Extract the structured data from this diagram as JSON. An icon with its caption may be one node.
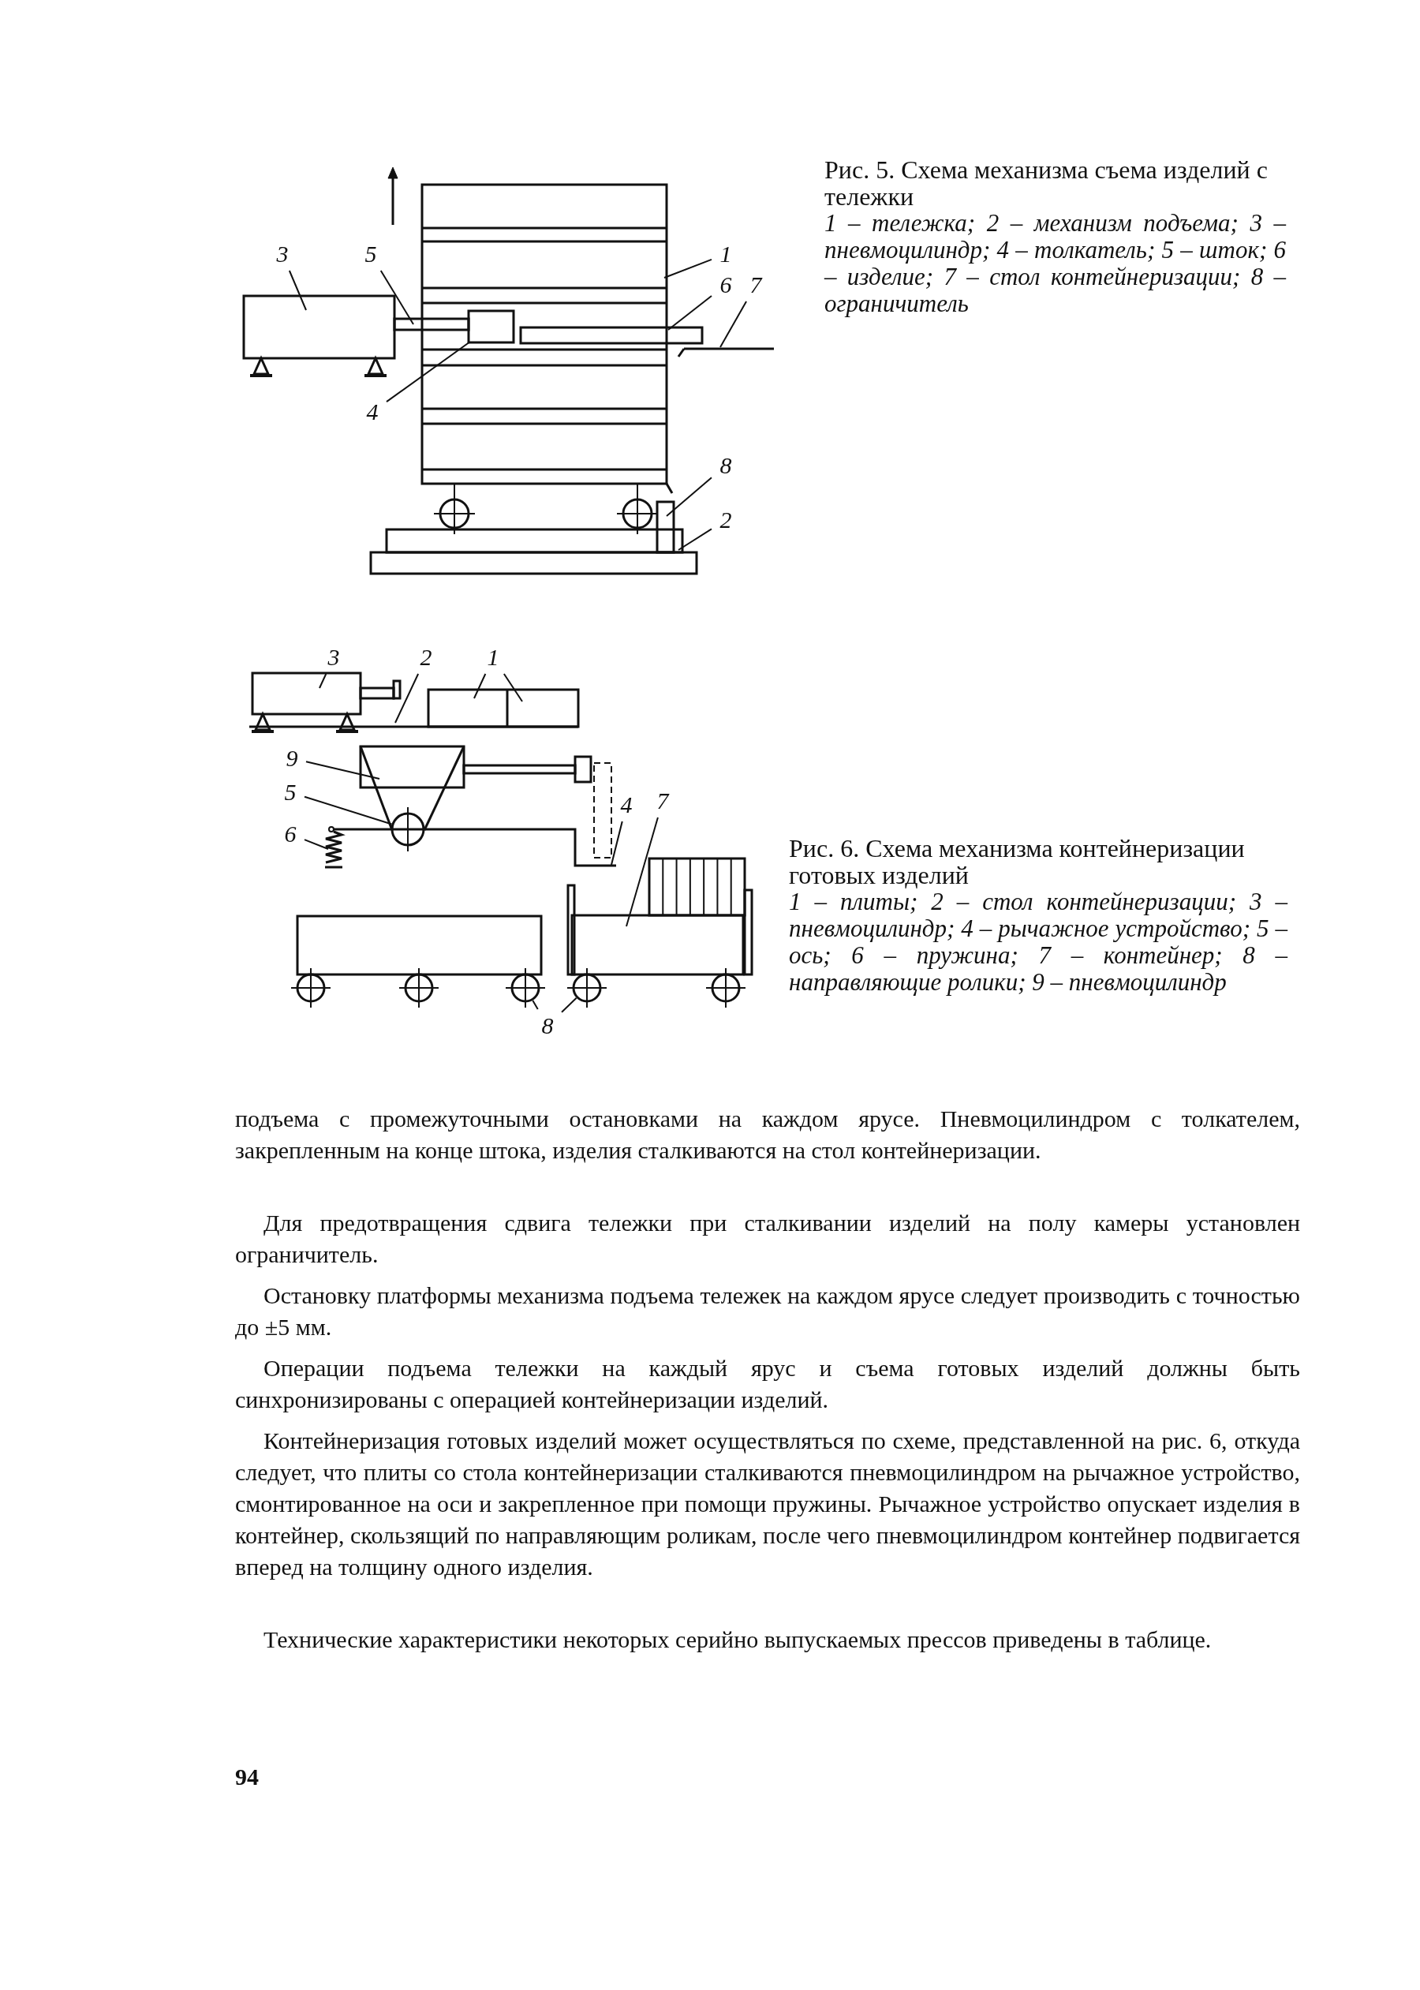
{
  "diagram": {
    "nodes": [
      {
        "text": [
          "3"
        ]
      },
      {
        "text": [
          "5"
        ]
      },
      {
        "text": [
          "1"
        ]
      },
      {
        "text": [
          "6"
        ]
      },
      {
        "text": [
          "7"
        ]
      },
      {
        "text": [
          "4"
        ]
      },
      {
        "text": [
          "8"
        ]
      },
      {
        "text": [
          "2"
        ]
      },
      {
        "text": [
          "3"
        ]
      },
      {
        "text": [
          "2"
        ]
      },
      {
        "text": [
          "1"
        ]
      },
      {
        "text": [
          "9"
        ]
      },
      {
        "text": [
          "4"
        ]
      },
      {
        "text": [
          "7"
        ]
      },
      {
        "text": [
          "5"
        ]
      },
      {
        "text": [
          "6"
        ]
      },
      {
        "text": [
          "8"
        ]
      },
      {
        "text": [],
        "shape": "box"
      },
      {
        "text": [],
        "shape": "circle"
      },
      {
        "text": [],
        "shape": "circle"
      },
      {
        "text": [],
        "shape": "circle"
      }
    ],
    "edges": [
      {
        "from": 0,
        "to": null,
        "arrow": "none"
      },
      {
        "from": 1,
        "to": null,
        "arrow": "none"
      },
      {
        "from": 2,
        "to": null,
        "arrow": "none"
      },
      {
        "from": 3,
        "to": null,
        "arrow": "none"
      },
      {
        "from": 4,
        "to": null,
        "arrow": "none"
      },
      {
        "from": 5,
        "to": 17,
        "arrow": "none"
      },
      {
        "from": 6,
        "to": null,
        "arrow": "none"
      },
      {
        "from": 7,
        "to": null,
        "arrow": "none"
      },
      {
        "from": 8,
        "to": null,
        "arrow": "none"
      },
      {
        "from": 9,
        "to": null,
        "arrow": "none"
      },
      {
        "from": 10,
        "to": null,
        "arrow": "none"
      },
      {
        "from": 10,
        "to": null,
        "arrow": "none"
      },
      {
        "from": 11,
        "to": null,
        "arrow": "none"
      },
      {
        "from": 12,
        "to": null,
        "arrow": "none"
      },
      {
        "from": 13,
        "to": null,
        "arrow": "none"
      },
      {
        "from": 14,
        "to": 18,
        "arrow": "none"
      },
      {
        "from": 15,
        "to": null,
        "arrow": "none"
      },
      {
        "from": 16,
        "to": 19,
        "arrow": "none"
      },
      {
        "from": 16,
        "to": 20,
        "arrow": "none"
      }
    ],
    "labels": [
      "Рис. 5. Схема механизма съема изделий с тележки",
      "1 – тележка; 2 – механизм подъема; 3 – пневмоцилиндр; 4 – толкатель; 5 – шток; 6 – изделие; 7 – стол контейнеризации; 8 – ограничитель",
      "Рис. 6. Схема механизма контейнеризации готовых изделий",
      "1 – плиты; 2 – стол контейнеризации; 3 – пневмоцилиндр; 4 – рычажное устройство; 5 – ось; 6 – пружина; 7 – контейнер; 8 – направляющие ролики; 9 – пневмоцилиндр",
      "подъема с промежуточными остановками на каждом ярусе. Пневмоцилиндром с толкателем, закрепленным на конце штока, изделия сталкиваются на стол контейнеризации.",
      "Для предотвращения сдвига тележки при сталкивании изделий на полу камеры установлен ограничитель.",
      "Остановку платформы механизма подъема тележек на каждом ярусе следует производить с точностью до ±5 мм.",
      "Операции подъема тележки на каждый ярус и съема готовых изделий должны быть синхронизированы с операцией контейнеризации изделий.",
      "Контейнеризация готовых изделий может осуществляться по схеме, представленной на рис. 6, откуда следует, что плиты со стола контейнеризации сталкиваются пневмоцилиндром на рычажное устройство, смонтированное на оси и закрепленное при помощи пружины. Рычажное устройство опускает изделия в контейнер, скользящий по направляющим роликам, после чего пневмоцилиндром контейнер подвигается вперед на толщину одного изделия.",
      "Технические характеристики некоторых серийно выпускаемых прессов приведены в таблице.",
      "94"
    ]
  }
}
